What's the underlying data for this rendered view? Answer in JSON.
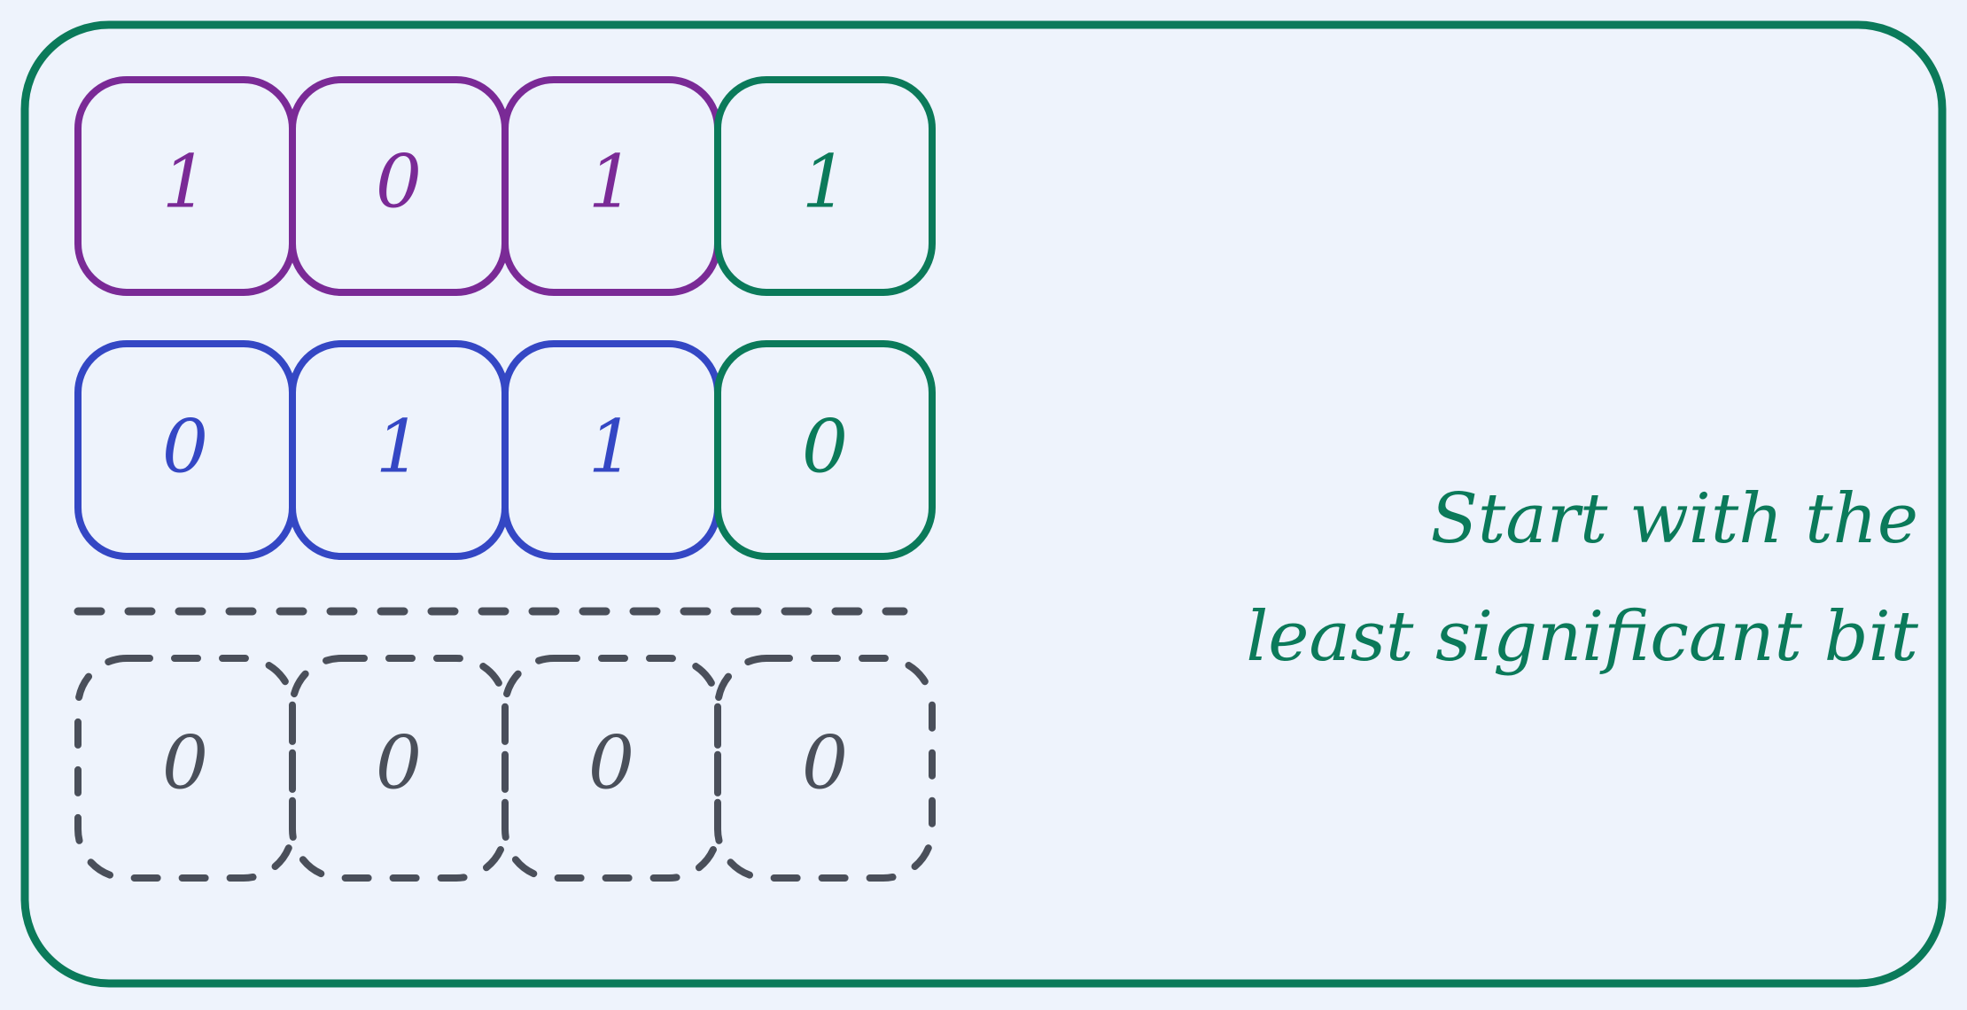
{
  "colors": {
    "background": "#eef3fc",
    "frame": "#0b7a5a",
    "row_a": "#7a2a96",
    "row_b": "#3447c4",
    "highlight": "#0b7a5a",
    "result": "#4a4f5a"
  },
  "rows": {
    "a": {
      "bits": [
        "1",
        "0",
        "1",
        "1"
      ]
    },
    "b": {
      "bits": [
        "0",
        "1",
        "1",
        "0"
      ]
    },
    "result": {
      "bits": [
        "0",
        "0",
        "0",
        "0"
      ]
    }
  },
  "caption": {
    "line1": "Start with the",
    "line2": "least significant bit"
  }
}
